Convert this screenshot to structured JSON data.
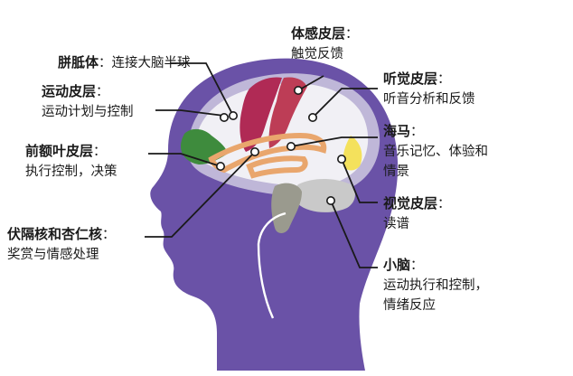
{
  "colors": {
    "head": "#6a52a7",
    "brain_outer": "#bfb7d8",
    "brain_inner": "#f1f0f5",
    "corpus_callosum": "#e9a66d",
    "somatosensory": "#b02a55",
    "auditory": "#bd3d56",
    "frontal": "#3e8b3d",
    "visual": "#f4e15c",
    "cerebellum": "#c9c9c9",
    "brainstem": "#9a9a8e",
    "line": "#1a1a1a"
  },
  "labels": {
    "corpus_callosum": {
      "title": "胼胝体",
      "sep": "：",
      "desc": "连接大脑半球"
    },
    "motor_cortex": {
      "title": "运动皮层",
      "sep": "：",
      "desc": "运动计划与控制"
    },
    "prefrontal_cortex": {
      "title": "前额叶皮层",
      "sep": "：",
      "desc": "执行控制，决策"
    },
    "nucleus_accumbens_amygdala": {
      "title": "伏隔核和杏仁核",
      "sep": "：",
      "desc": "奖赏与情感处理"
    },
    "somatosensory_cortex": {
      "title": "体感皮层",
      "sep": "：",
      "desc": "触觉反馈"
    },
    "auditory_cortex": {
      "title": "听觉皮层",
      "sep": "：",
      "desc": "听音分析和反馈"
    },
    "hippocampus": {
      "title": "海马",
      "sep": "：",
      "desc_line1": "音乐记忆、体验和",
      "desc_line2": "情景"
    },
    "visual_cortex": {
      "title": "视觉皮层",
      "sep": "：",
      "desc": "读谱"
    },
    "cerebellum": {
      "title": "小脑",
      "sep": "：",
      "desc_line1": "运动执行和控制，",
      "desc_line2": "情绪反应"
    }
  }
}
